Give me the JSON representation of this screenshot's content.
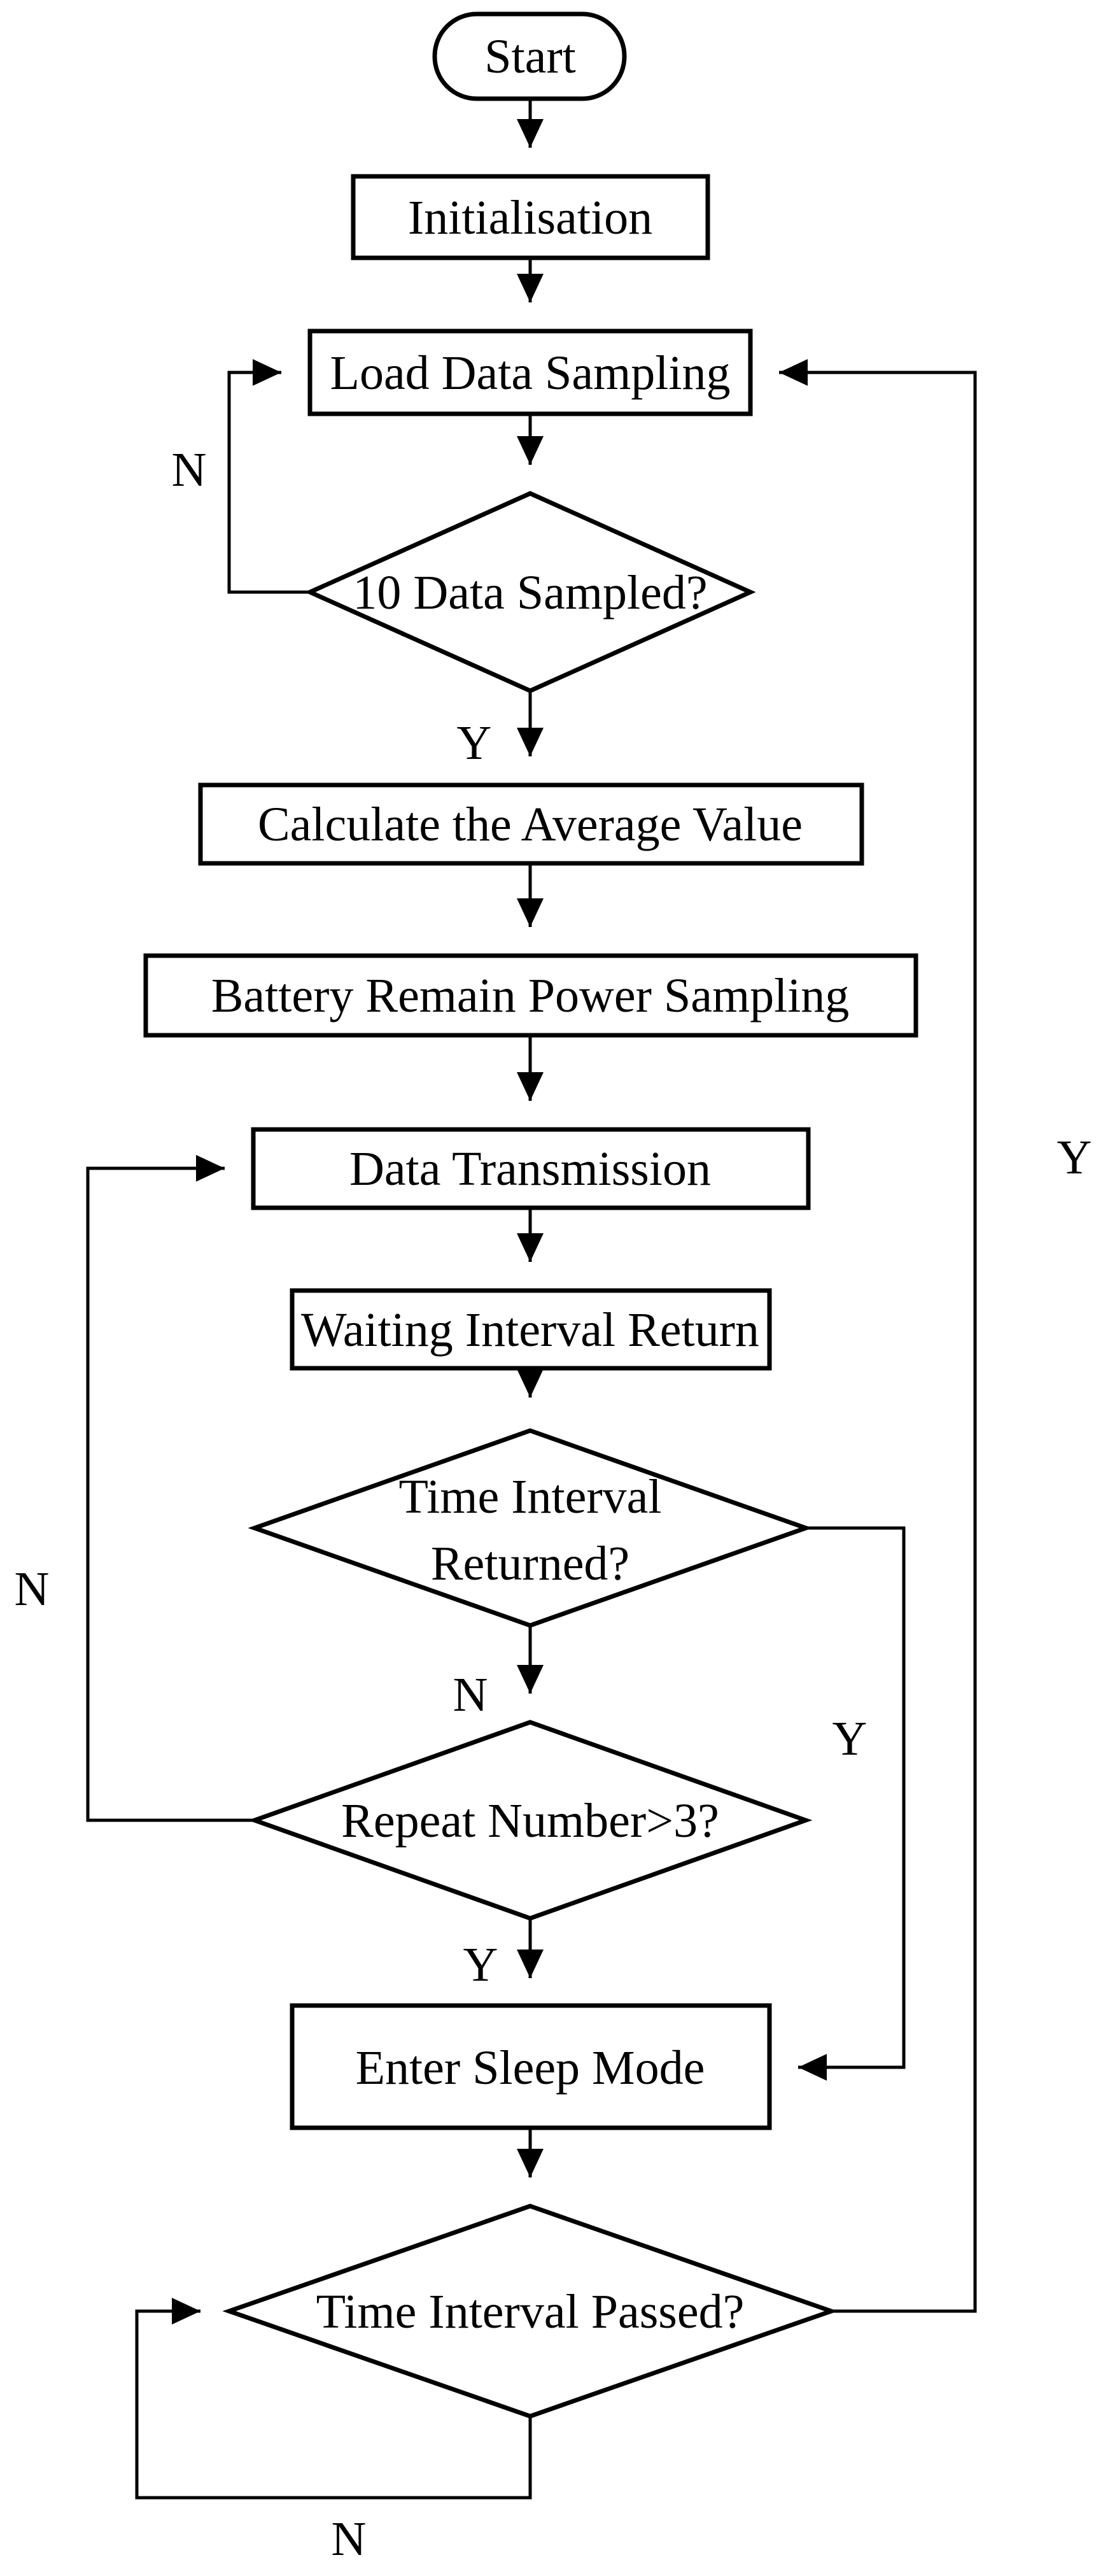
{
  "diagram": {
    "type": "flowchart",
    "background_color": "#ffffff",
    "stroke_color": "#000000",
    "nodes": {
      "start": {
        "shape": "terminator",
        "label": "Start"
      },
      "initialisation": {
        "shape": "process",
        "label": "Initialisation"
      },
      "load_data_sampling": {
        "shape": "process",
        "label": "Load Data Sampling"
      },
      "ten_data_sampled": {
        "shape": "decision",
        "label": "10 Data Sampled?"
      },
      "calculate_average": {
        "shape": "process",
        "label": "Calculate the Average Value"
      },
      "battery_sampling": {
        "shape": "process",
        "label": "Battery Remain Power Sampling"
      },
      "data_transmission": {
        "shape": "process",
        "label": "Data Transmission"
      },
      "waiting_interval_return": {
        "shape": "process",
        "label": "Waiting Interval Return"
      },
      "time_interval_returned": {
        "shape": "decision",
        "label": "Time Interval Returned?",
        "line1": "Time Interval",
        "line2": "Returned?"
      },
      "repeat_number": {
        "shape": "decision",
        "label": "Repeat Number>3?"
      },
      "enter_sleep_mode": {
        "shape": "process",
        "label": "Enter Sleep Mode"
      },
      "time_interval_passed": {
        "shape": "decision",
        "label": "Time Interval Passed?"
      }
    },
    "edge_labels": {
      "n_sampling_loop": "N",
      "y_sampling_done": "Y",
      "n_interval_not_returned": "N",
      "y_interval_returned": "Y",
      "n_repeat_retry": "N",
      "y_repeat_exceeded": "Y",
      "n_interval_not_passed": "N",
      "y_interval_passed": "Y"
    },
    "edges": [
      {
        "from": "Start",
        "to": "Initialisation",
        "label": ""
      },
      {
        "from": "Initialisation",
        "to": "Load Data Sampling",
        "label": ""
      },
      {
        "from": "Load Data Sampling",
        "to": "10 Data Sampled?",
        "label": ""
      },
      {
        "from": "10 Data Sampled?",
        "to": "Load Data Sampling",
        "label": "N"
      },
      {
        "from": "10 Data Sampled?",
        "to": "Calculate the Average Value",
        "label": "Y"
      },
      {
        "from": "Calculate the Average Value",
        "to": "Battery Remain Power Sampling",
        "label": ""
      },
      {
        "from": "Battery Remain Power Sampling",
        "to": "Data Transmission",
        "label": ""
      },
      {
        "from": "Data Transmission",
        "to": "Waiting Interval Return",
        "label": ""
      },
      {
        "from": "Waiting Interval Return",
        "to": "Time Interval Returned?",
        "label": ""
      },
      {
        "from": "Time Interval Returned?",
        "to": "Repeat Number>3?",
        "label": "N"
      },
      {
        "from": "Time Interval Returned?",
        "to": "Enter Sleep Mode",
        "label": "Y"
      },
      {
        "from": "Repeat Number>3?",
        "to": "Data Transmission",
        "label": "N"
      },
      {
        "from": "Repeat Number>3?",
        "to": "Enter Sleep Mode",
        "label": "Y"
      },
      {
        "from": "Enter Sleep Mode",
        "to": "Time Interval Passed?",
        "label": ""
      },
      {
        "from": "Time Interval Passed?",
        "to": "Time Interval Passed?",
        "label": "N"
      },
      {
        "from": "Time Interval Passed?",
        "to": "Load Data Sampling",
        "label": "Y"
      }
    ]
  }
}
